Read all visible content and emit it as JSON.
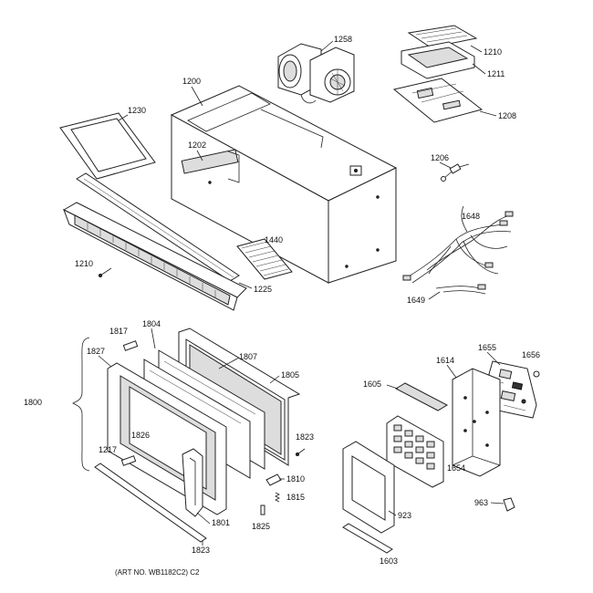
{
  "labels": {
    "l1258": "1258",
    "l1210a": "1210",
    "l1211": "1211",
    "l1208": "1208",
    "l1200": "1200",
    "l1230": "1230",
    "l1202": "1202",
    "l1206": "1206",
    "l1648": "1648",
    "l1440": "1440",
    "l1210b": "1210",
    "l1225": "1225",
    "l1649": "1649",
    "l1817": "1817",
    "l1804": "1804",
    "l1827": "1827",
    "l1807": "1807",
    "l1805": "1805",
    "l1800": "1800",
    "l1826": "1826",
    "l1823a": "1823",
    "l1217": "1217",
    "l1810": "1810",
    "l1815": "1815",
    "l1801": "1801",
    "l1825": "1825",
    "l1823b": "1823",
    "l1655": "1655",
    "l1656": "1656",
    "l1614": "1614",
    "l1605": "1605",
    "l1654": "1654",
    "l923": "923",
    "l963": "963",
    "l1603": "1603"
  },
  "caption": "(ART NO. WB1182C2)  C2"
}
